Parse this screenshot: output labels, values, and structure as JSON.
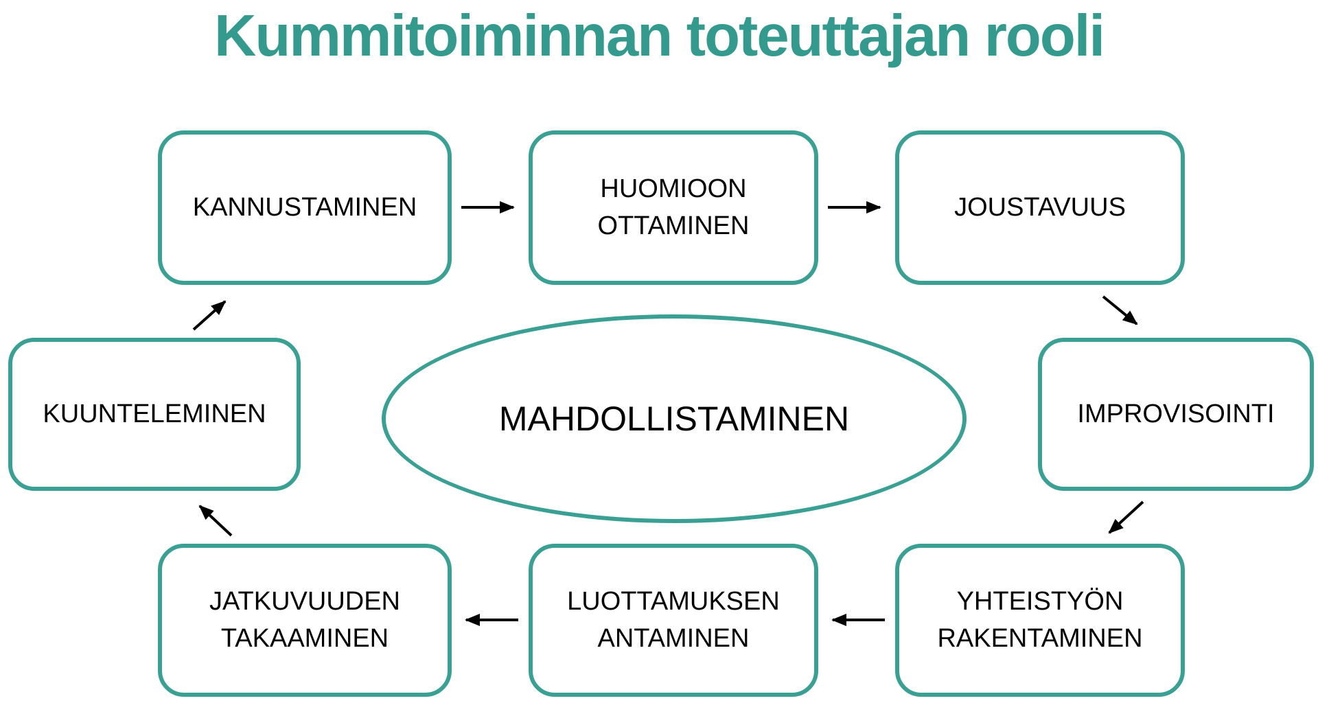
{
  "header": {
    "title": "Kummitoiminnan toteuttajan rooli"
  },
  "center": {
    "label": "MAHDOLLISTAMINEN"
  },
  "boxes": {
    "kannustaminen": {
      "label": "KANNUSTAMINEN"
    },
    "huomioon_ottaminen": {
      "label": "HUOMIOON\nOTTAMINEN"
    },
    "joustavuus": {
      "label": "JOUSTAVUUS"
    },
    "improvisointi": {
      "label": "IMPROVISOINTI"
    },
    "yhteistyon_rakentaminen": {
      "label": "YHTEISTYÖN\nRAKENTAMINEN"
    },
    "luottamuksen_antaminen": {
      "label": "LUOTTAMUKSEN\nANTAMINEN"
    },
    "jatkuvuuden_takaaminen": {
      "label": "JATKUVUUDEN\nTAKAAMINEN"
    },
    "kuunteleminen": {
      "label": "KUUNTELEMINEN"
    }
  },
  "flow_sequence": [
    "KANNUSTAMINEN",
    "HUOMIOON OTTAMINEN",
    "JOUSTAVUUS",
    "IMPROVISOINTI",
    "YHTEISTYÖN RAKENTAMINEN",
    "LUOTTAMUKSEN ANTAMINEN",
    "JATKUVUUDEN TAKAAMINEN",
    "KUUNTELEMINEN",
    "KANNUSTAMINEN"
  ],
  "colors": {
    "accent_teal": "#3aa093",
    "title_teal": "#349a8e",
    "text": "#000000",
    "arrow": "#000000",
    "background": "#ffffff"
  }
}
